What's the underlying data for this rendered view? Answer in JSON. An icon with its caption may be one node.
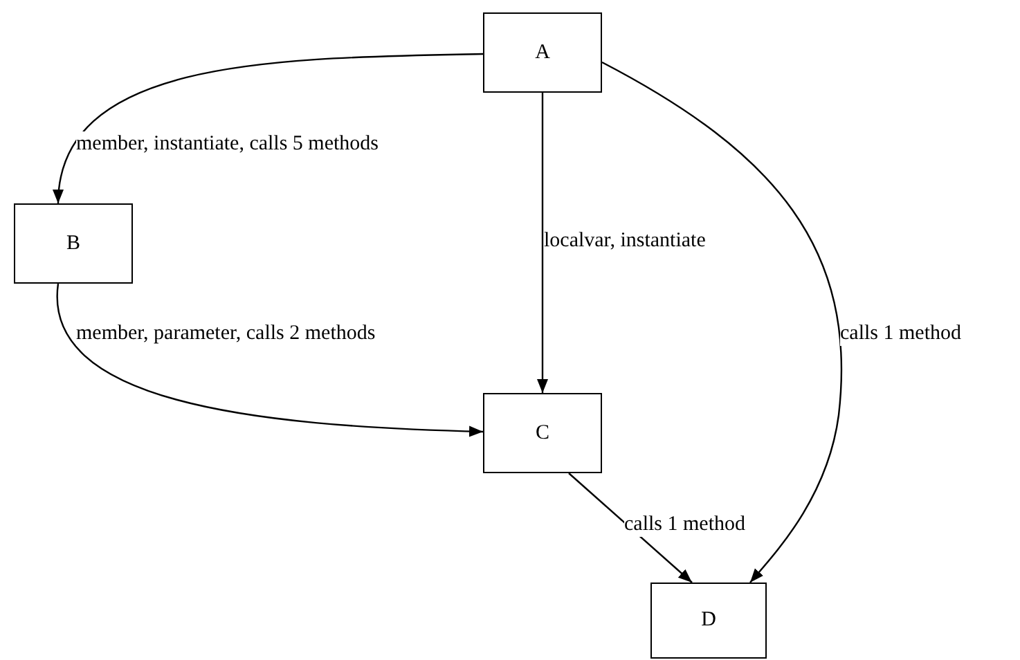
{
  "diagram": {
    "nodes": [
      {
        "text": [
          "A"
        ]
      },
      {
        "text": [
          "B"
        ]
      },
      {
        "text": [
          "C"
        ]
      },
      {
        "text": [
          "D"
        ]
      }
    ],
    "edges": [
      {
        "from": 0,
        "to": 1,
        "arrow": "to",
        "label": "member, instantiate, calls 5 methods"
      },
      {
        "from": 0,
        "to": 2,
        "arrow": "to",
        "label": "localvar, instantiate"
      },
      {
        "from": 0,
        "to": 3,
        "arrow": "to",
        "label": "calls 1 method"
      },
      {
        "from": 1,
        "to": 2,
        "arrow": "to",
        "label": "member, parameter, calls 2 methods"
      },
      {
        "from": 2,
        "to": 3,
        "arrow": "to",
        "label": "calls 1 method"
      }
    ]
  }
}
